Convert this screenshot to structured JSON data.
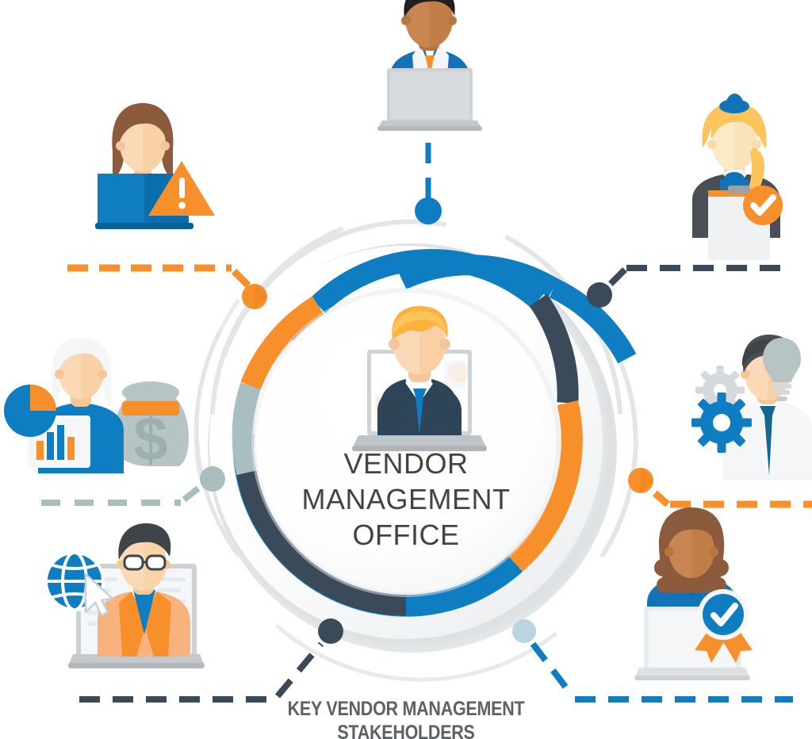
{
  "diagram": {
    "type": "hub-and-spoke",
    "center": {
      "title_lines": [
        "VENDOR",
        "MANAGEMENT",
        "OFFICE"
      ],
      "title_full": "VENDOR MANAGEMENT OFFICE",
      "icon": "businessman-on-laptop-screen-icon"
    },
    "caption_lines": [
      "KEY VENDOR MANAGEMENT",
      "STAKEHOLDERS"
    ],
    "caption_full": "KEY VENDOR MANAGEMENT STAKEHOLDERS"
  },
  "colors": {
    "orange": "#F7902B",
    "orange_dark": "#EE7C16",
    "blue": "#0E7DC2",
    "blue_dark": "#0A6BA8",
    "navy": "#3A4A58",
    "sage": "#A9BEBE",
    "pale_blue": "#BCD3E2",
    "ring_white": "#FDFDFD",
    "shadow_gray": "#D9DCDE",
    "text_gray": "#434343",
    "caption_gray": "#5C6166",
    "skin_light": "#FBD9B6",
    "skin_mid": "#F7C793",
    "skin_dark": "#C98653"
  },
  "ring": {
    "segments": [
      {
        "name": "segment-blue-top",
        "color": "#0E7DC2",
        "start_deg": 342,
        "end_deg": 36
      },
      {
        "name": "segment-navy-upper-right",
        "color": "#3A4A58",
        "start_deg": 36,
        "end_deg": 72
      },
      {
        "name": "segment-orange-right",
        "color": "#F7902B",
        "start_deg": 72,
        "end_deg": 132
      },
      {
        "name": "segment-blue-lower-right",
        "color": "#0E7DC2",
        "start_deg": 132,
        "end_deg": 183
      },
      {
        "name": "segment-navy-lower-left",
        "color": "#3A4A58",
        "start_deg": 183,
        "end_deg": 232
      },
      {
        "name": "segment-sage-left",
        "color": "#A9BEBE",
        "start_deg": 232,
        "end_deg": 258
      },
      {
        "name": "segment-orange-upper-left",
        "color": "#F7902B",
        "start_deg": 258,
        "end_deg": 318
      },
      {
        "name": "segment-blue-top-left",
        "color": "#0E7DC2",
        "start_deg": 318,
        "end_deg": 342
      }
    ]
  },
  "stakeholders": [
    {
      "id": "top",
      "name": "executive-on-laptop",
      "position": "top",
      "description": "Man with dark hair in blue suit with orange tie behind a laptop",
      "connector_color": "#0E7DC2",
      "node_color": "#0E7DC2",
      "badge": null
    },
    {
      "id": "top-left",
      "name": "risk-analyst-warning",
      "position": "top-left",
      "description": "Woman with brown hair behind a blue laptop with an orange warning triangle",
      "connector_color": "#F7902B",
      "node_color": "#F7902B",
      "badge": "warning-triangle-icon"
    },
    {
      "id": "top-right",
      "name": "compliance-officer-clipboard",
      "position": "top-right",
      "description": "Blonde woman with ponytail holding a clipboard with an orange check badge",
      "connector_color": "#3A4A58",
      "node_color": "#3A4A58",
      "badge": "check-circle-icon"
    },
    {
      "id": "left",
      "name": "finance-manager-money",
      "position": "left",
      "description": "Woman with white hair in blue top with charts card and dollar money bag",
      "connector_color": "#A9BEBE",
      "node_color": "#A9BEBE",
      "badge": "money-bag-icon"
    },
    {
      "id": "right",
      "name": "it-engineer-gears",
      "position": "right",
      "description": "Man in white shirt and blue tie with gears and a lightbulb",
      "connector_color": "#F7902B",
      "node_color": "#F7902B",
      "badge": "gears-lightbulb-icon"
    },
    {
      "id": "bottom-left",
      "name": "procurement-specialist-global",
      "position": "bottom-left",
      "description": "Man with glasses in orange blazer at a laptop with a globe and cursor",
      "connector_color": "#3A4A58",
      "node_color": "#3A4A58",
      "badge": "globe-cursor-icon"
    },
    {
      "id": "bottom-right",
      "name": "quality-auditor-certified",
      "position": "bottom-right",
      "description": "Woman with curly brown hair at a laptop with a blue certification ribbon badge",
      "connector_color": "#0E7DC2",
      "node_color": "#BCD3E2",
      "badge": "certificate-ribbon-icon"
    }
  ]
}
